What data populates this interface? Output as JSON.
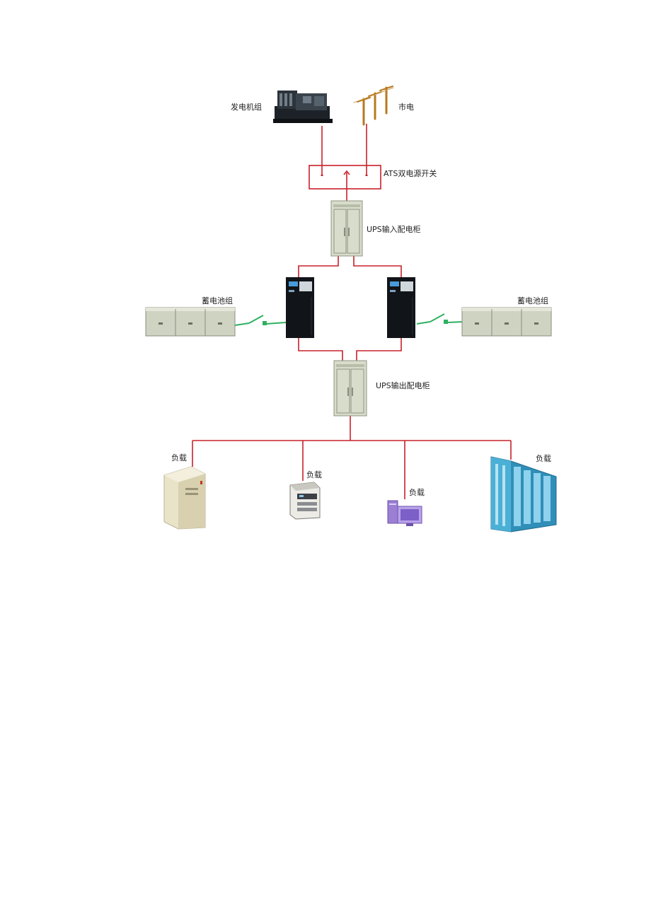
{
  "labels": {
    "generator": "发电机组",
    "utility": "市电",
    "ats": "ATS双电源开关",
    "ups_input": "UPS输入配电柜",
    "battery_left": "蓄电池组",
    "battery_right": "蓄电池组",
    "ups_output": "UPS输出配电柜",
    "load_1": "负载",
    "load_2": "负载",
    "load_3": "负载",
    "load_4": "负载"
  },
  "colors": {
    "power_line": "#c8202a",
    "battery_line": "#2eb060",
    "cabinet": "#d8dccb",
    "battery": "#cfd3c2",
    "ups": "#111418",
    "load_rack": "#3a9ec8"
  }
}
